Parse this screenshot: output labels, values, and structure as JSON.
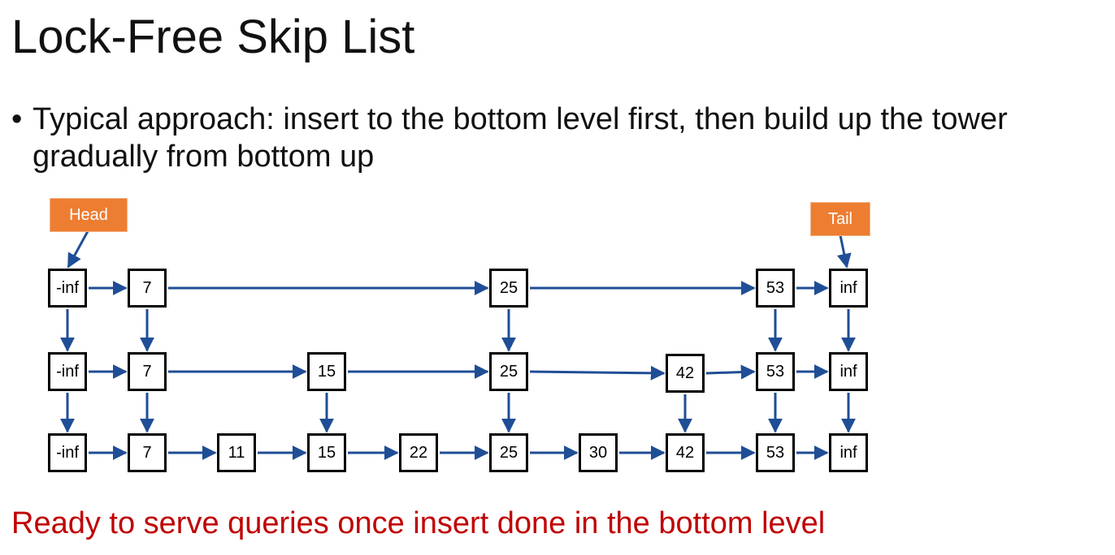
{
  "slide": {
    "title": "Lock-Free Skip List",
    "bullet": "Typical approach: insert to the bottom level first, then build up the tower gradually from bottom up",
    "bullet_mark": "•",
    "footer_note": "Ready to serve queries once insert done in the bottom level"
  },
  "colors": {
    "arrow": "#1f4e96",
    "tag_fill": "#ed7d31",
    "node_border": "#000000",
    "footer_text": "#c00000"
  },
  "diagram": {
    "head_label": "Head",
    "tail_label": "Tail",
    "levels": [
      {
        "level": 2,
        "nodes": [
          "-inf",
          "7",
          "25",
          "53",
          "inf"
        ]
      },
      {
        "level": 1,
        "nodes": [
          "-inf",
          "7",
          "15",
          "25",
          "42",
          "53",
          "inf"
        ]
      },
      {
        "level": 0,
        "nodes": [
          "-inf",
          "7",
          "11",
          "15",
          "22",
          "25",
          "30",
          "42",
          "53",
          "inf"
        ]
      }
    ]
  }
}
